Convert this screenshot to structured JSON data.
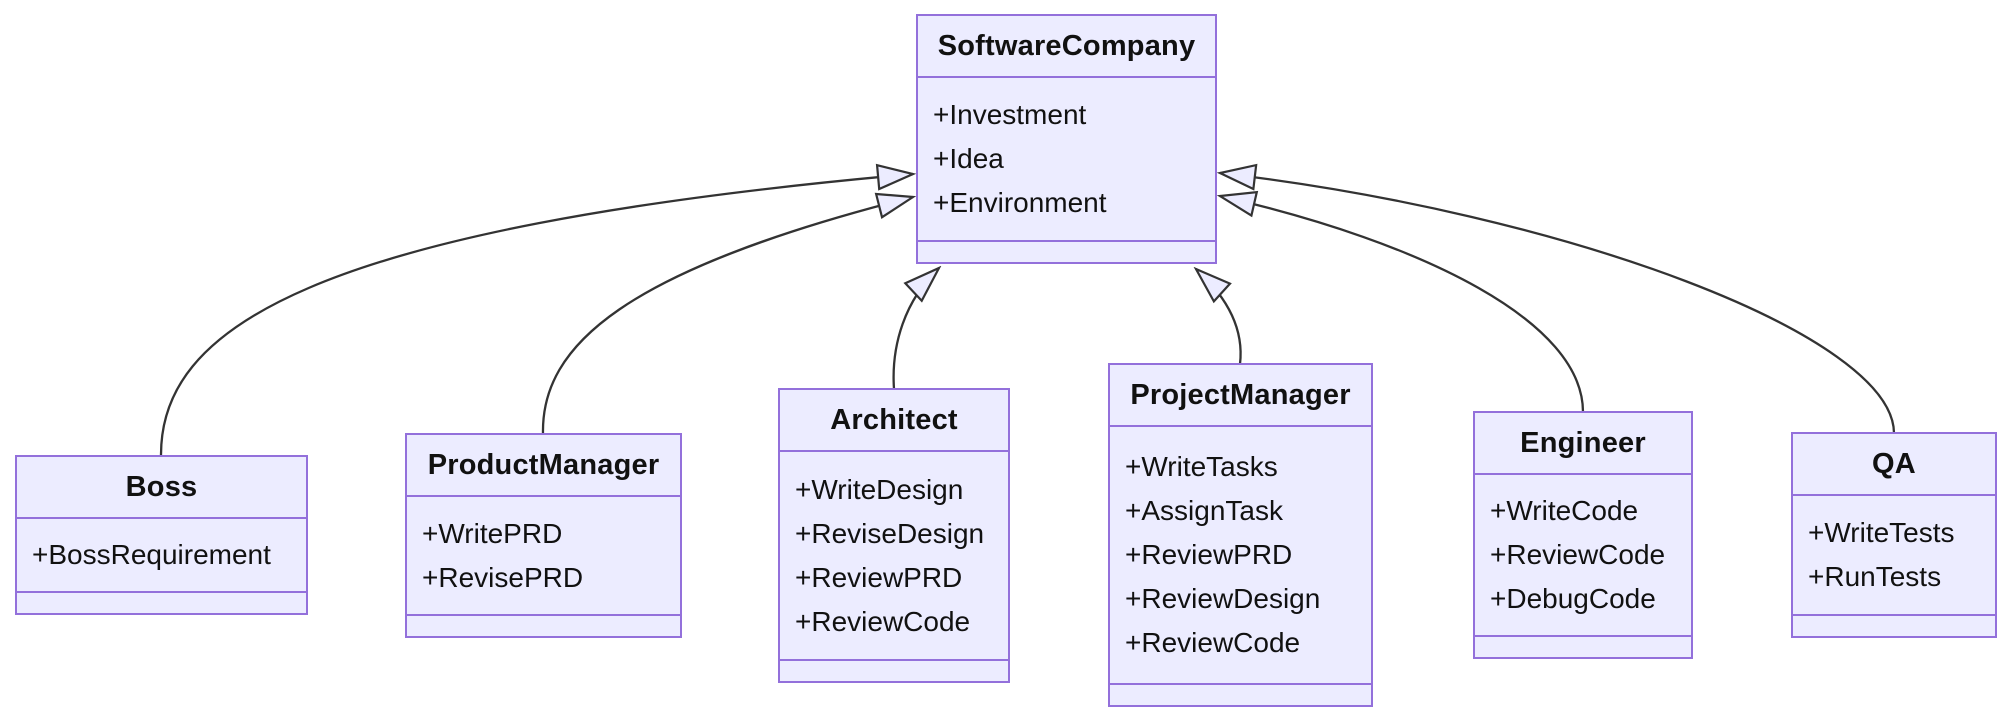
{
  "diagram": {
    "type": "uml-class-diagram",
    "classes": [
      {
        "id": "software-company",
        "name": "SoftwareCompany",
        "attributes": [
          "+Investment",
          "+Idea",
          "+Environment"
        ]
      },
      {
        "id": "boss",
        "name": "Boss",
        "attributes": [
          "+BossRequirement"
        ]
      },
      {
        "id": "product-manager",
        "name": "ProductManager",
        "attributes": [
          "+WritePRD",
          "+RevisePRD"
        ]
      },
      {
        "id": "architect",
        "name": "Architect",
        "attributes": [
          "+WriteDesign",
          "+ReviseDesign",
          "+ReviewPRD",
          "+ReviewCode"
        ]
      },
      {
        "id": "project-manager",
        "name": "ProjectManager",
        "attributes": [
          "+WriteTasks",
          "+AssignTask",
          "+ReviewPRD",
          "+ReviewDesign",
          "+ReviewCode"
        ]
      },
      {
        "id": "engineer",
        "name": "Engineer",
        "attributes": [
          "+WriteCode",
          "+ReviewCode",
          "+DebugCode"
        ]
      },
      {
        "id": "qa",
        "name": "QA",
        "attributes": [
          "+WriteTests",
          "+RunTests"
        ]
      }
    ],
    "relationships": [
      {
        "child": "Boss",
        "parent": "SoftwareCompany",
        "type": "inheritance"
      },
      {
        "child": "ProductManager",
        "parent": "SoftwareCompany",
        "type": "inheritance"
      },
      {
        "child": "Architect",
        "parent": "SoftwareCompany",
        "type": "inheritance"
      },
      {
        "child": "ProjectManager",
        "parent": "SoftwareCompany",
        "type": "inheritance"
      },
      {
        "child": "Engineer",
        "parent": "SoftwareCompany",
        "type": "inheritance"
      },
      {
        "child": "QA",
        "parent": "SoftwareCompany",
        "type": "inheritance"
      }
    ],
    "colors": {
      "node_fill": "#ECECFF",
      "node_border": "#9370DB",
      "edge_stroke": "#333333",
      "arrowhead_fill": "#ECECFF",
      "text": "#111111",
      "background": "#FFFFFF"
    }
  }
}
